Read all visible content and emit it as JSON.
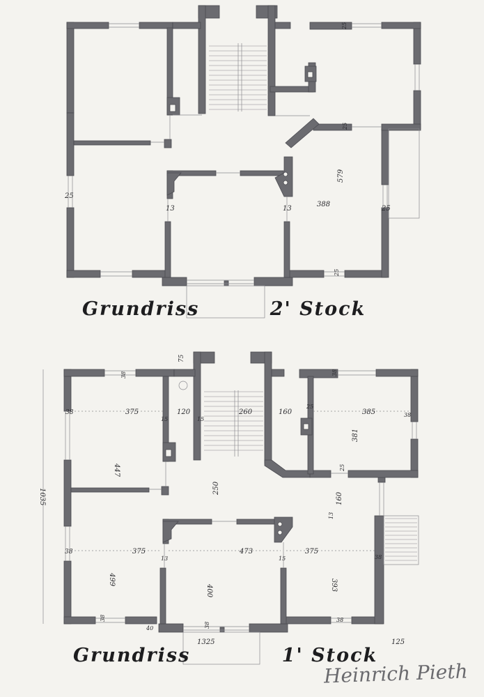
{
  "plans": {
    "upper": {
      "title_word": "Grundriss",
      "title_floor": "2' Stock",
      "dims": [
        "25",
        "13",
        "13",
        "388",
        "579",
        "25",
        "25",
        "25",
        "25"
      ]
    },
    "lower": {
      "title_word": "Grundriss",
      "title_floor": "1' Stock",
      "dims": [
        "75",
        "38",
        "38",
        "375",
        "15",
        "120",
        "15",
        "260",
        "160",
        "25",
        "385",
        "38",
        "38",
        "447",
        "381",
        "25",
        "250",
        "160",
        "13",
        "1035",
        "38",
        "375",
        "13",
        "473",
        "15",
        "375",
        "38",
        "499",
        "400",
        "393",
        "38",
        "40",
        "38",
        "38",
        "1325",
        "125"
      ]
    }
  },
  "signature": "Heinrich Pieth",
  "colors": {
    "wall": "#6b6b70",
    "wall_dark": "#4a4a50",
    "line": "#8a8a8f",
    "paper": "#f4f3ef",
    "ink": "#2b2b2f"
  }
}
